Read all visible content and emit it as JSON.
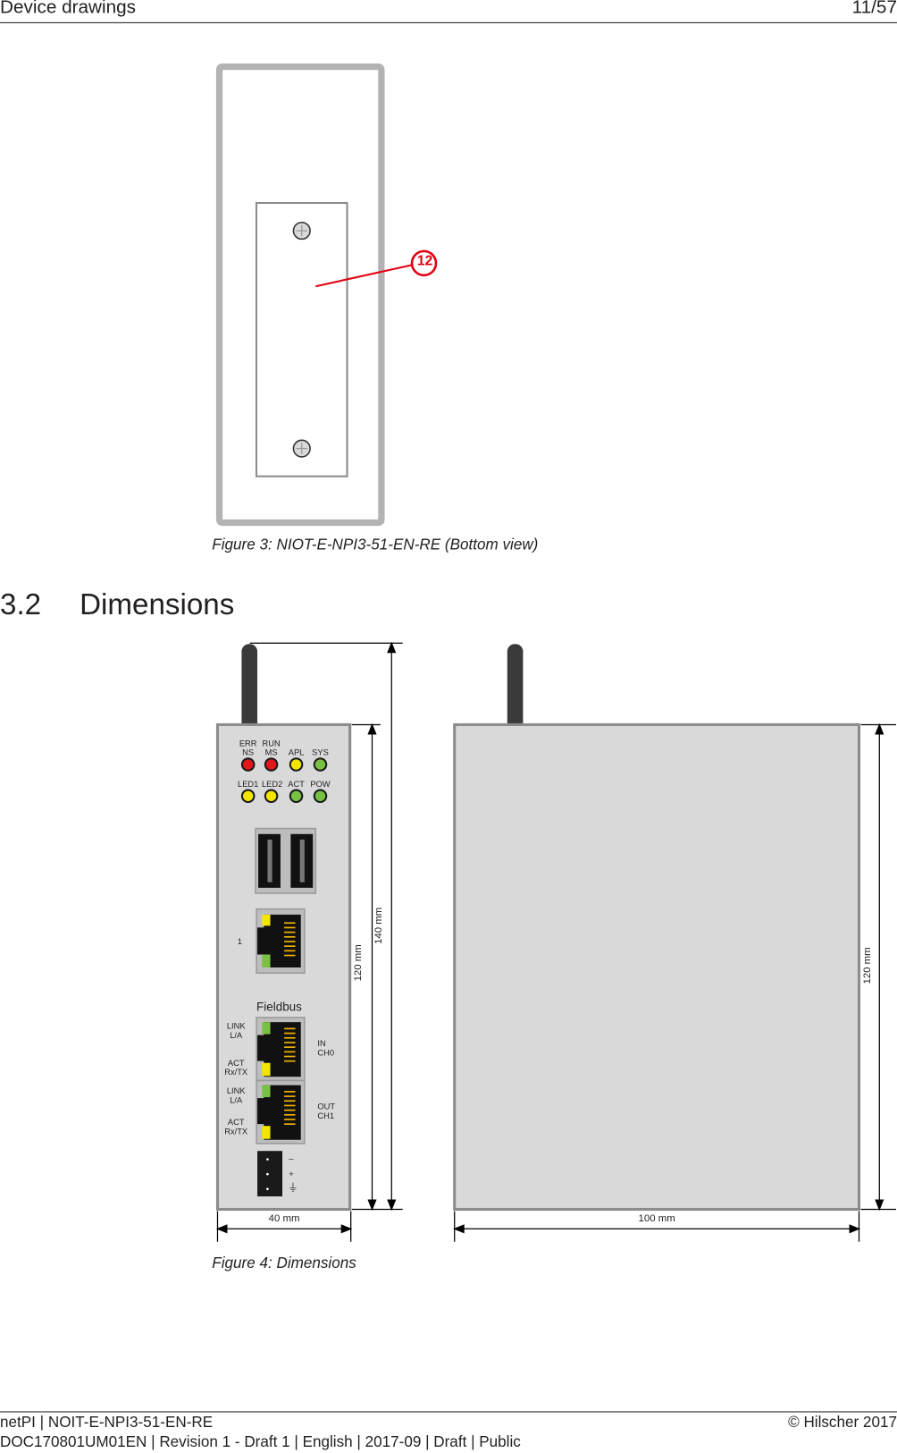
{
  "header": {
    "title": "Device drawings",
    "page": "11/57"
  },
  "figure3": {
    "caption": "Figure 3: NIOT-E-NPI3-51-EN-RE (Bottom view)",
    "callout": "12",
    "colors": {
      "frame": "#b3b3b3",
      "callout": "#e3000f"
    }
  },
  "section": {
    "number": "3.2",
    "title": "Dimensions"
  },
  "figure4": {
    "caption": "Figure 4: Dimensions",
    "front": {
      "leds_row1": [
        {
          "top": "ERR",
          "bottom": "NS",
          "color": "#e3161b"
        },
        {
          "top": "RUN",
          "bottom": "MS",
          "color": "#e3161b"
        },
        {
          "top": "",
          "bottom": "APL",
          "color": "#f2e600"
        },
        {
          "top": "",
          "bottom": "SYS",
          "color": "#7ac143"
        }
      ],
      "leds_row2": [
        {
          "label": "LED1",
          "color": "#f2e600"
        },
        {
          "label": "LED2",
          "color": "#f2e600"
        },
        {
          "label": "ACT",
          "color": "#7ac143"
        },
        {
          "label": "POW",
          "color": "#7ac143"
        }
      ],
      "eth_port_label": "1",
      "fieldbus_label": "Fieldbus",
      "port_in": {
        "link": "LINK",
        "la": "L/A",
        "act": "ACT",
        "rxtx": "Rx/TX",
        "name1": "IN",
        "name2": "CH0"
      },
      "port_out": {
        "link": "LINK",
        "la": "L/A",
        "act": "ACT",
        "rxtx": "Rx/TX",
        "name1": "OUT",
        "name2": "CH1"
      },
      "power_labels": [
        "–",
        "+",
        "⏚"
      ]
    },
    "dimensions": {
      "front_width": "40 mm",
      "front_height_body": "120 mm",
      "front_height_total": "140 mm",
      "side_width": "100 mm",
      "side_height": "120 mm"
    }
  },
  "footer": {
    "line1": "netPI | NOIT-E-NPI3-51-EN-RE",
    "line2": "DOC170801UM01EN | Revision 1 - Draft 1 | English | 2017-09 | Draft | Public",
    "copyright": "© Hilscher 2017"
  }
}
